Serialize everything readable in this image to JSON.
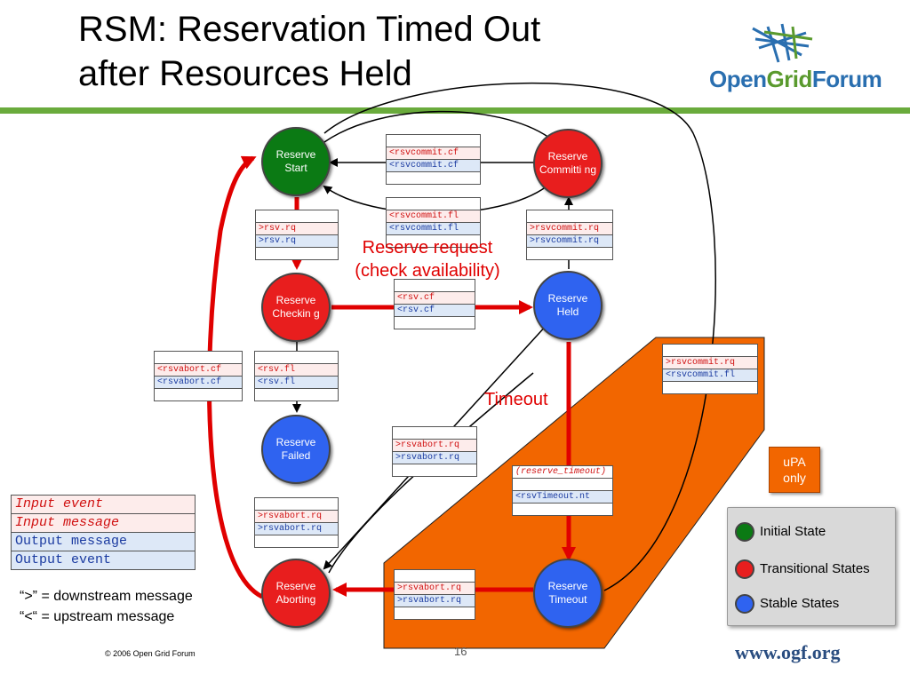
{
  "title": {
    "line1": "RSM: Reservation Timed Out",
    "line2": "after Resources Held"
  },
  "logo": {
    "part1": "Open",
    "part2": "Grid",
    "part3": "Forum"
  },
  "states": {
    "reserve_start": "Reserve Start",
    "reserve_committing": "Reserve Committi ng",
    "reserve_checking": "Reserve Checkin g",
    "reserve_held": "Reserve Held",
    "reserve_failed": "Reserve Failed",
    "reserve_aborting": "Reserve Aborting",
    "reserve_timeout": "Reserve Timeout"
  },
  "messages": {
    "t_commit_cf": [
      "",
      "<rsvcommit.cf",
      "<rsvcommit.cf",
      ""
    ],
    "t_commit_fl": [
      "",
      "<rsvcommit.fl",
      "<rsvcommit.fl",
      ""
    ],
    "t_rsv_rq": [
      "",
      ">rsv.rq",
      ">rsv.rq",
      ""
    ],
    "t_commit_rq_top": [
      "",
      ">rsvcommit.rq",
      ">rsvcommit.rq",
      ""
    ],
    "t_rsv_cf": [
      "",
      "<rsv.cf",
      "<rsv.cf",
      ""
    ],
    "t_abort_cf": [
      "",
      "<rsvabort.cf",
      "<rsvabort.cf",
      ""
    ],
    "t_rsv_fl": [
      "",
      "<rsv.fl",
      "<rsv.fl",
      ""
    ],
    "t_commit_rq_right": [
      "",
      ">rsvcommit.rq",
      "<rsvcommit.fl",
      ""
    ],
    "t_abort_rq_mid": [
      "",
      ">rsvabort.rq",
      ">rsvabort.rq",
      ""
    ],
    "t_timeout": [
      "(reserve_timeout)",
      "",
      "<rsvTimeout.nt",
      ""
    ],
    "t_abort_rq_left": [
      "",
      ">rsvabort.rq",
      ">rsvabort.rq",
      ""
    ],
    "t_abort_rq_bottom": [
      "",
      ">rsvabort.rq",
      ">rsvabort.rq",
      ""
    ]
  },
  "labels": {
    "reserve_request": "Reserve request",
    "check_availability": "(check availability)",
    "timeout": "Timeout"
  },
  "legend": {
    "input_event": "Input event",
    "input_message": "Input message",
    "output_message": "Output message",
    "output_event": "Output event"
  },
  "notes": {
    "downstream": "“>” = downstream message",
    "upstream": "“<“ = upstream message"
  },
  "upa": "uPA only",
  "key": {
    "initial": "Initial State",
    "transitional": "Transitional States",
    "stable": "Stable States"
  },
  "colors": {
    "initial": "#0b7a14",
    "transitional": "#e81e1e",
    "stable": "#2f63f0",
    "upa_region": "#f26600",
    "header_rule": "#6aab3c"
  },
  "footer": {
    "copyright": "© 2006 Open Grid Forum",
    "page": "16",
    "url": "www.ogf.org"
  }
}
